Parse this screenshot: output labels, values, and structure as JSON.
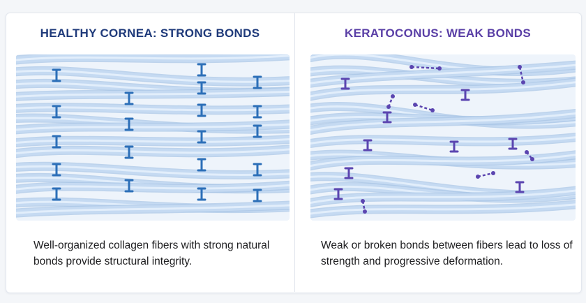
{
  "panels": {
    "healthy": {
      "title": "HEALTHY CORNEA: STRONG BONDS",
      "caption": "Well-organized collagen fibers with strong natural bonds provide structural integrity.",
      "title_color": "#1f3a7a",
      "bond_color": "#2c6fb8"
    },
    "keratoconus": {
      "title": "KERATOCONUS: WEAK BONDS",
      "caption": "Weak or broken bonds between fibers lead to loss of strength and progressive deformation.",
      "title_color": "#5a3fa6",
      "bond_color": "#5b45b0"
    }
  },
  "colors": {
    "fiber": "#c5daf2",
    "fiber_edge": "#a8c4e6",
    "figure_bg": "#eef4fb"
  }
}
